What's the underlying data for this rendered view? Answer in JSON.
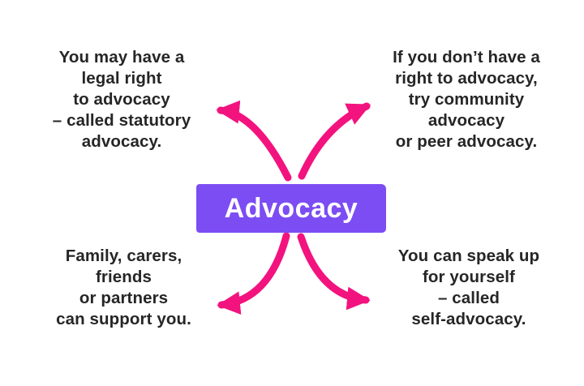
{
  "title": "Advocacy mind map",
  "colors": {
    "background": "#ffffff",
    "center_box_purple": "#7c4df3",
    "center_label_white": "#ffffff",
    "arrow_pink": "#f3137f",
    "body_text_dark": "#262626"
  },
  "center": {
    "label": "Advocacy"
  },
  "nodes": {
    "top_left": {
      "lines": [
        "You may have a",
        "legal right",
        "to advocacy",
        "– called statutory",
        "advocacy."
      ]
    },
    "top_right": {
      "lines": [
        "If you don’t have a",
        "right to advocacy,",
        "try community",
        "advocacy",
        "or peer advocacy."
      ]
    },
    "bottom_left": {
      "lines": [
        "Family, carers,",
        "friends",
        "or partners",
        "can support you."
      ]
    },
    "bottom_right": {
      "lines": [
        "You can speak up",
        "for yourself",
        "– called",
        "self-advocacy."
      ]
    }
  },
  "arrows": [
    {
      "name": "arrow-to-top-left"
    },
    {
      "name": "arrow-to-top-right"
    },
    {
      "name": "arrow-to-bottom-left"
    },
    {
      "name": "arrow-to-bottom-right"
    }
  ]
}
